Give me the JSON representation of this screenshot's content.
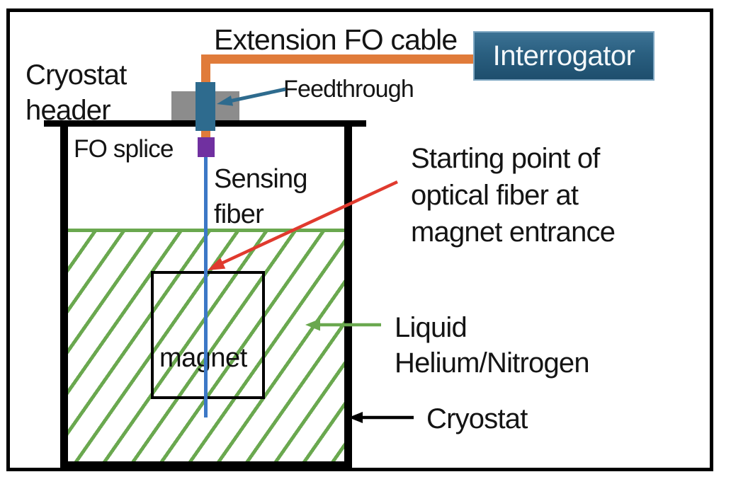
{
  "labels": {
    "extension_fo_cable": "Extension FO cable",
    "cryostat_header": [
      "Cryostat",
      "header"
    ],
    "feedthrough": "Feedthrough",
    "fo_splice": "FO splice",
    "sensing_fiber": [
      "Sensing",
      "fiber"
    ],
    "starting_point": [
      "Starting point of",
      "optical fiber at",
      "magnet entrance"
    ],
    "liquid": [
      "Liquid",
      "Helium/Nitrogen"
    ],
    "cryostat": "Cryostat",
    "magnet": "magnet",
    "interrogator": "Interrogator"
  },
  "colors": {
    "cable_orange": "#e07b3a",
    "feedthrough_blue": "#2e6b8e",
    "flange_gray": "#8c8c8c",
    "splice_purple": "#7030a0",
    "fiber_blue": "#3c78c6",
    "liquid_green": "#6aa84f",
    "arrow_red": "#e03a2e",
    "interrogator_fill": "#2a5f80",
    "outline": "#000000"
  }
}
